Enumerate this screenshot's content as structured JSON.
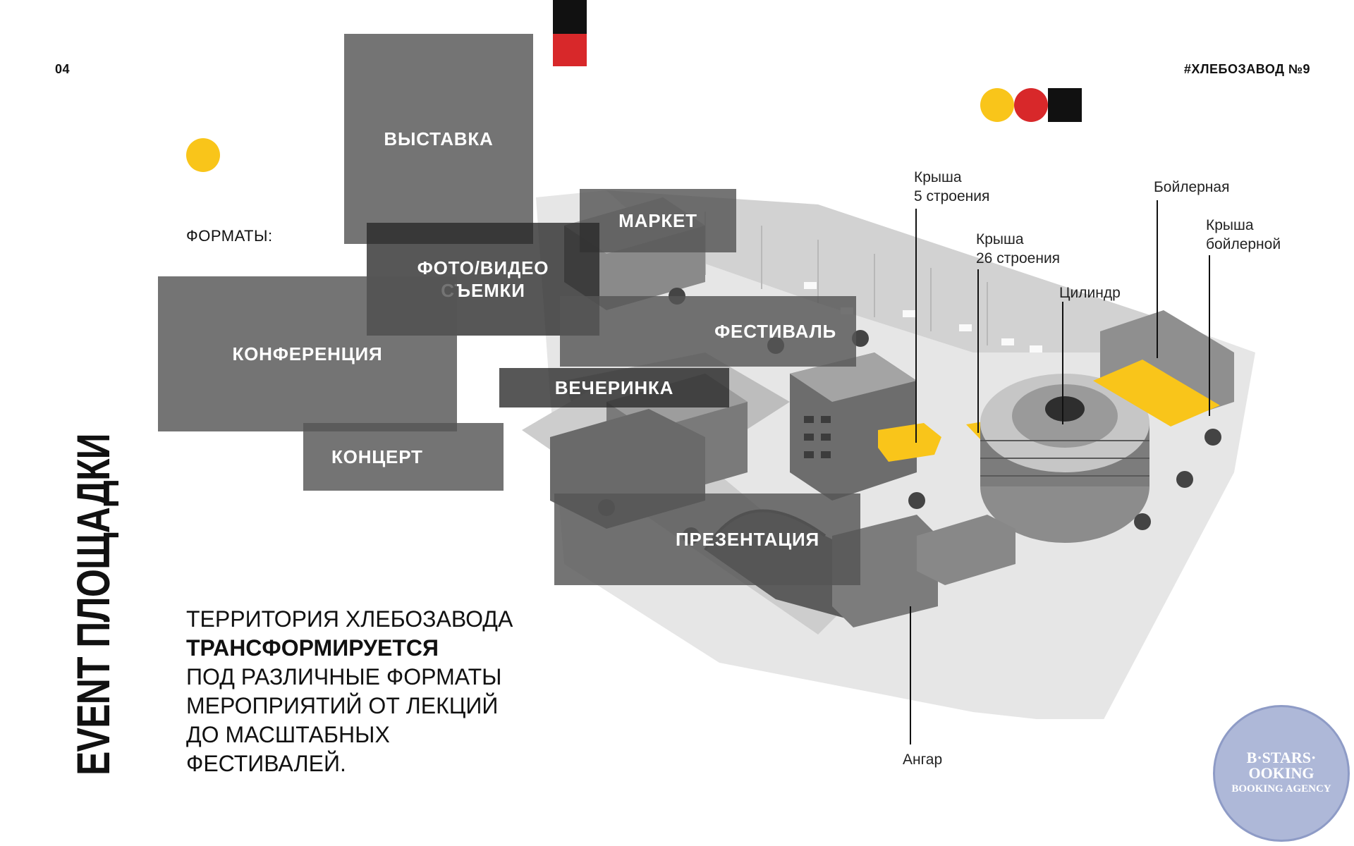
{
  "header": {
    "page_number": "04",
    "hashtag": "#ХЛЕБОЗАВОД №9"
  },
  "side_title": "EVENT ПЛОЩАДКИ",
  "formats_label": "ФОРМАТЫ:",
  "formats": {
    "exhibition": "ВЫСТАВКА",
    "market": "МАРКЕТ",
    "photo_video_line1": "ФОТО/ВИДЕО",
    "photo_video_line2": "СЪЕМКИ",
    "festival": "ФЕСТИВАЛЬ",
    "conference": "КОНФЕРЕНЦИЯ",
    "party": "ВЕЧЕРИНКА",
    "concert": "КОНЦЕРТ",
    "presentation": "ПРЕЗЕНТАЦИЯ"
  },
  "description": {
    "line1": "ТЕРРИТОРИЯ ХЛЕБОЗАВОДА",
    "line2": "ТРАНСФОРМИРУЕТСЯ",
    "line3": "ПОД РАЗЛИЧНЫЕ ФОРМАТЫ",
    "line4": "МЕРОПРИЯТИЙ ОТ ЛЕКЦИЙ",
    "line5": "ДО МАСШТАБНЫХ",
    "line6": "ФЕСТИВАЛЕЙ."
  },
  "map_labels": {
    "roof5_line1": "Крыша",
    "roof5_line2": "5 строения",
    "roof26_line1": "Крыша",
    "roof26_line2": "26 строения",
    "cylinder": "Цилиндр",
    "boiler": "Бойлерная",
    "boiler_roof_line1": "Крыша",
    "boiler_roof_line2": "бойлерной",
    "hangar": "Ангар"
  },
  "stamp": {
    "line1": "B·STARS·",
    "line2": "OOKING",
    "line3": "BOOKING AGENCY"
  },
  "colors": {
    "accent_yellow": "#f9c51a",
    "accent_red": "#d8282a",
    "black": "#111111",
    "tile_gray": "#555555"
  }
}
